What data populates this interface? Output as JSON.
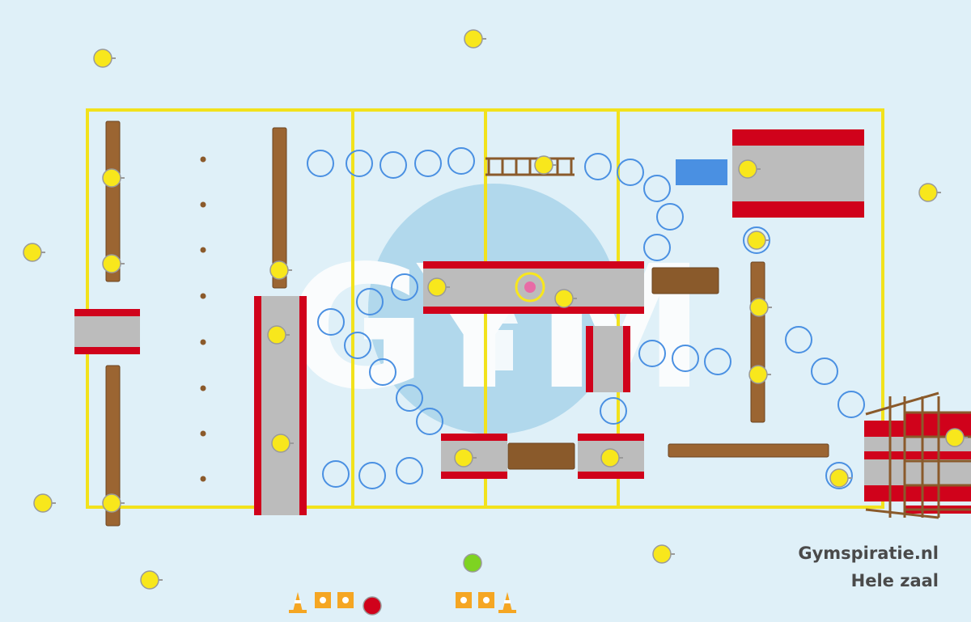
{
  "brand": {
    "site": "Gymspiratie.nl",
    "subtitle": "Hele zaal"
  },
  "watermark_letters": "GYM",
  "colors": {
    "background": "#dff0f8",
    "court_lines": "#f2e21c",
    "mat": "#bcbcbc",
    "mat_edge": "#d0021b",
    "bench": "#9b6532",
    "low_box": "#8a5a2b",
    "blue_mat": "#4a90e2",
    "hoop": "#4a90e2",
    "ball": "#f8e71c",
    "target": "#e86ba6",
    "green_ball": "#7ed321",
    "red_ball": "#d0021b",
    "cone": "#f5a623",
    "watermark": "#a9d4ea"
  },
  "legend_icons": [
    "cone-icon",
    "orange-marker-icon",
    "orange-marker-icon",
    "red-ball-icon",
    "green-ball-icon",
    "orange-marker-icon",
    "orange-marker-icon",
    "cone-icon"
  ]
}
